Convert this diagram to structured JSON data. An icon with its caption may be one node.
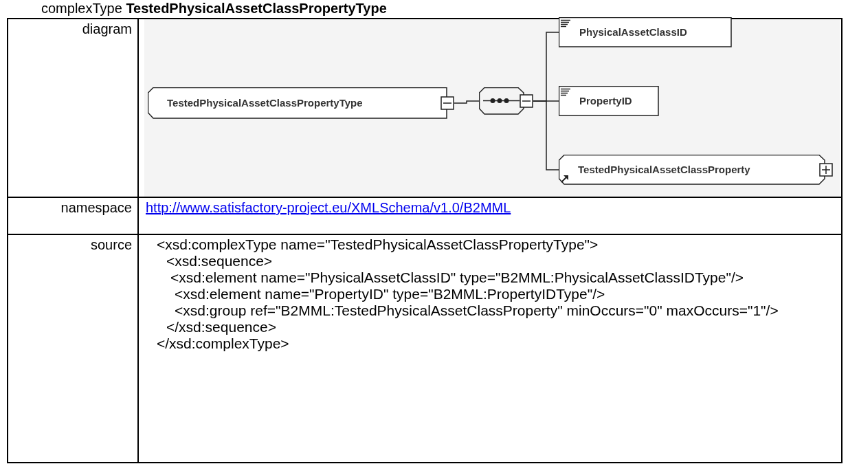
{
  "diagram": {
    "title": "complexType **TestedPhysicalAssetClassPropertyType**",
    "nodes": [
      {
        "text": [
          "TestedPhysicalAssetClassPropertyType"
        ]
      },
      {
        "text": [],
        "shape": "octagon"
      },
      {
        "text": [
          "PhysicalAssetClassID"
        ]
      },
      {
        "text": [
          "PropertyID"
        ]
      },
      {
        "text": [
          "TestedPhysicalAssetClassProperty"
        ]
      }
    ],
    "edges": [
      {
        "from": 0,
        "to": 1,
        "arrow": "none"
      },
      {
        "from": 1,
        "to": 2,
        "arrow": "none"
      },
      {
        "from": 1,
        "to": 3,
        "arrow": "none"
      },
      {
        "from": 1,
        "to": 4,
        "arrow": "none"
      }
    ],
    "labels": [
      "diagram",
      "namespace",
      "http://www.satisfactory-project.eu/XMLSchema/v1.0/B2MML",
      "source",
      "<xsd:complexType name=\"TestedPhysicalAssetClassPropertyType\">",
      "<xsd:sequence>",
      "<xsd:element name=\"PhysicalAssetClassID\" type=\"B2MML:PhysicalAssetClassIDType\"/>",
      "<xsd:element name=\"PropertyID\" type=\"B2MML:PropertyIDType\"/>",
      "<xsd:group ref=\"B2MML:TestedPhysicalAssetClassProperty\" minOccurs=\"0\" maxOccurs=\"1\"/>",
      "</xsd:sequence>",
      "</xsd:complexType>"
    ]
  }
}
